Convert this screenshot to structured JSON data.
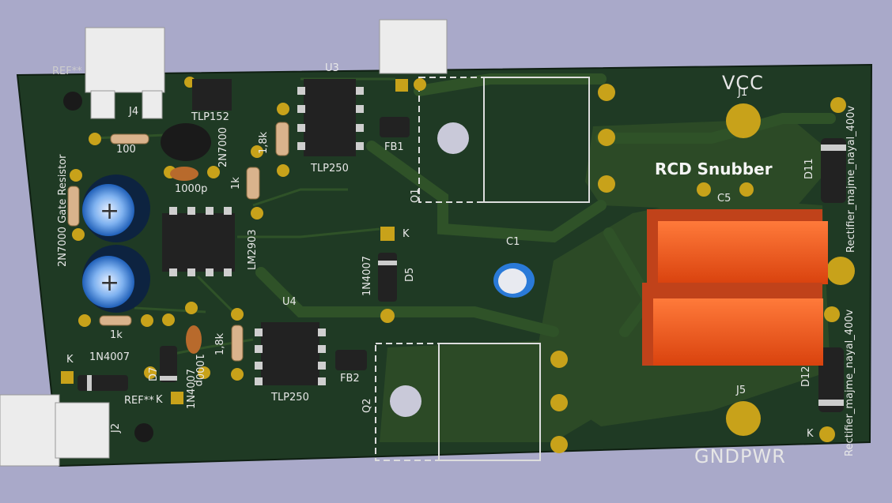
{
  "board": {
    "silkscreen": {
      "vcc": "VCC",
      "gndpwr": "GNDPWR",
      "rcd_snubber": "RCD Snubber",
      "gate_resistor": "2N7000 Gate Resistor",
      "ref_top": "REF**",
      "ref_bottom": "REF**"
    },
    "components": {
      "J1": "J1",
      "J2": "J2",
      "J4": "J4",
      "J5": "J5",
      "U3": "U3",
      "U4": "U4",
      "U3_part": "TLP250",
      "U4_part": "TLP250",
      "TLP152": "TLP152",
      "Q_2N7000": "2N7000",
      "LM2903": "LM2903",
      "R100": "100",
      "C1000p_top": "1000p",
      "C1000p_bottom": "1000p",
      "R1k_a": "1k",
      "R1k_b": "1k",
      "R1_8k_a": "1,8k",
      "R1_8k_b": "1,8k",
      "FB1": "FB1",
      "FB2": "FB2",
      "Q1": "Q1",
      "Q2": "Q2",
      "C1": "C1",
      "C5": "C5",
      "D5": "D5",
      "D7": "D7",
      "D11": "D11",
      "D12": "D12",
      "diode_1N4007": "1N4007",
      "diode_1N4007_left": "1N4007",
      "diode_1N4007_d7": "1N4007",
      "rect_top": "Rectifier_majme_nayal_400v",
      "rect_bottom": "Rectifier_majme_nayal_400v",
      "K": "K"
    }
  },
  "colors": {
    "background": "#a9a9c9",
    "pcb": "#1f3a24",
    "copper": "#2c4a26",
    "pad": "#c8a21a",
    "silk": "#e8e8e8",
    "cap_film": "#f05a1e",
    "electrolytic": "#2a7ad8"
  }
}
